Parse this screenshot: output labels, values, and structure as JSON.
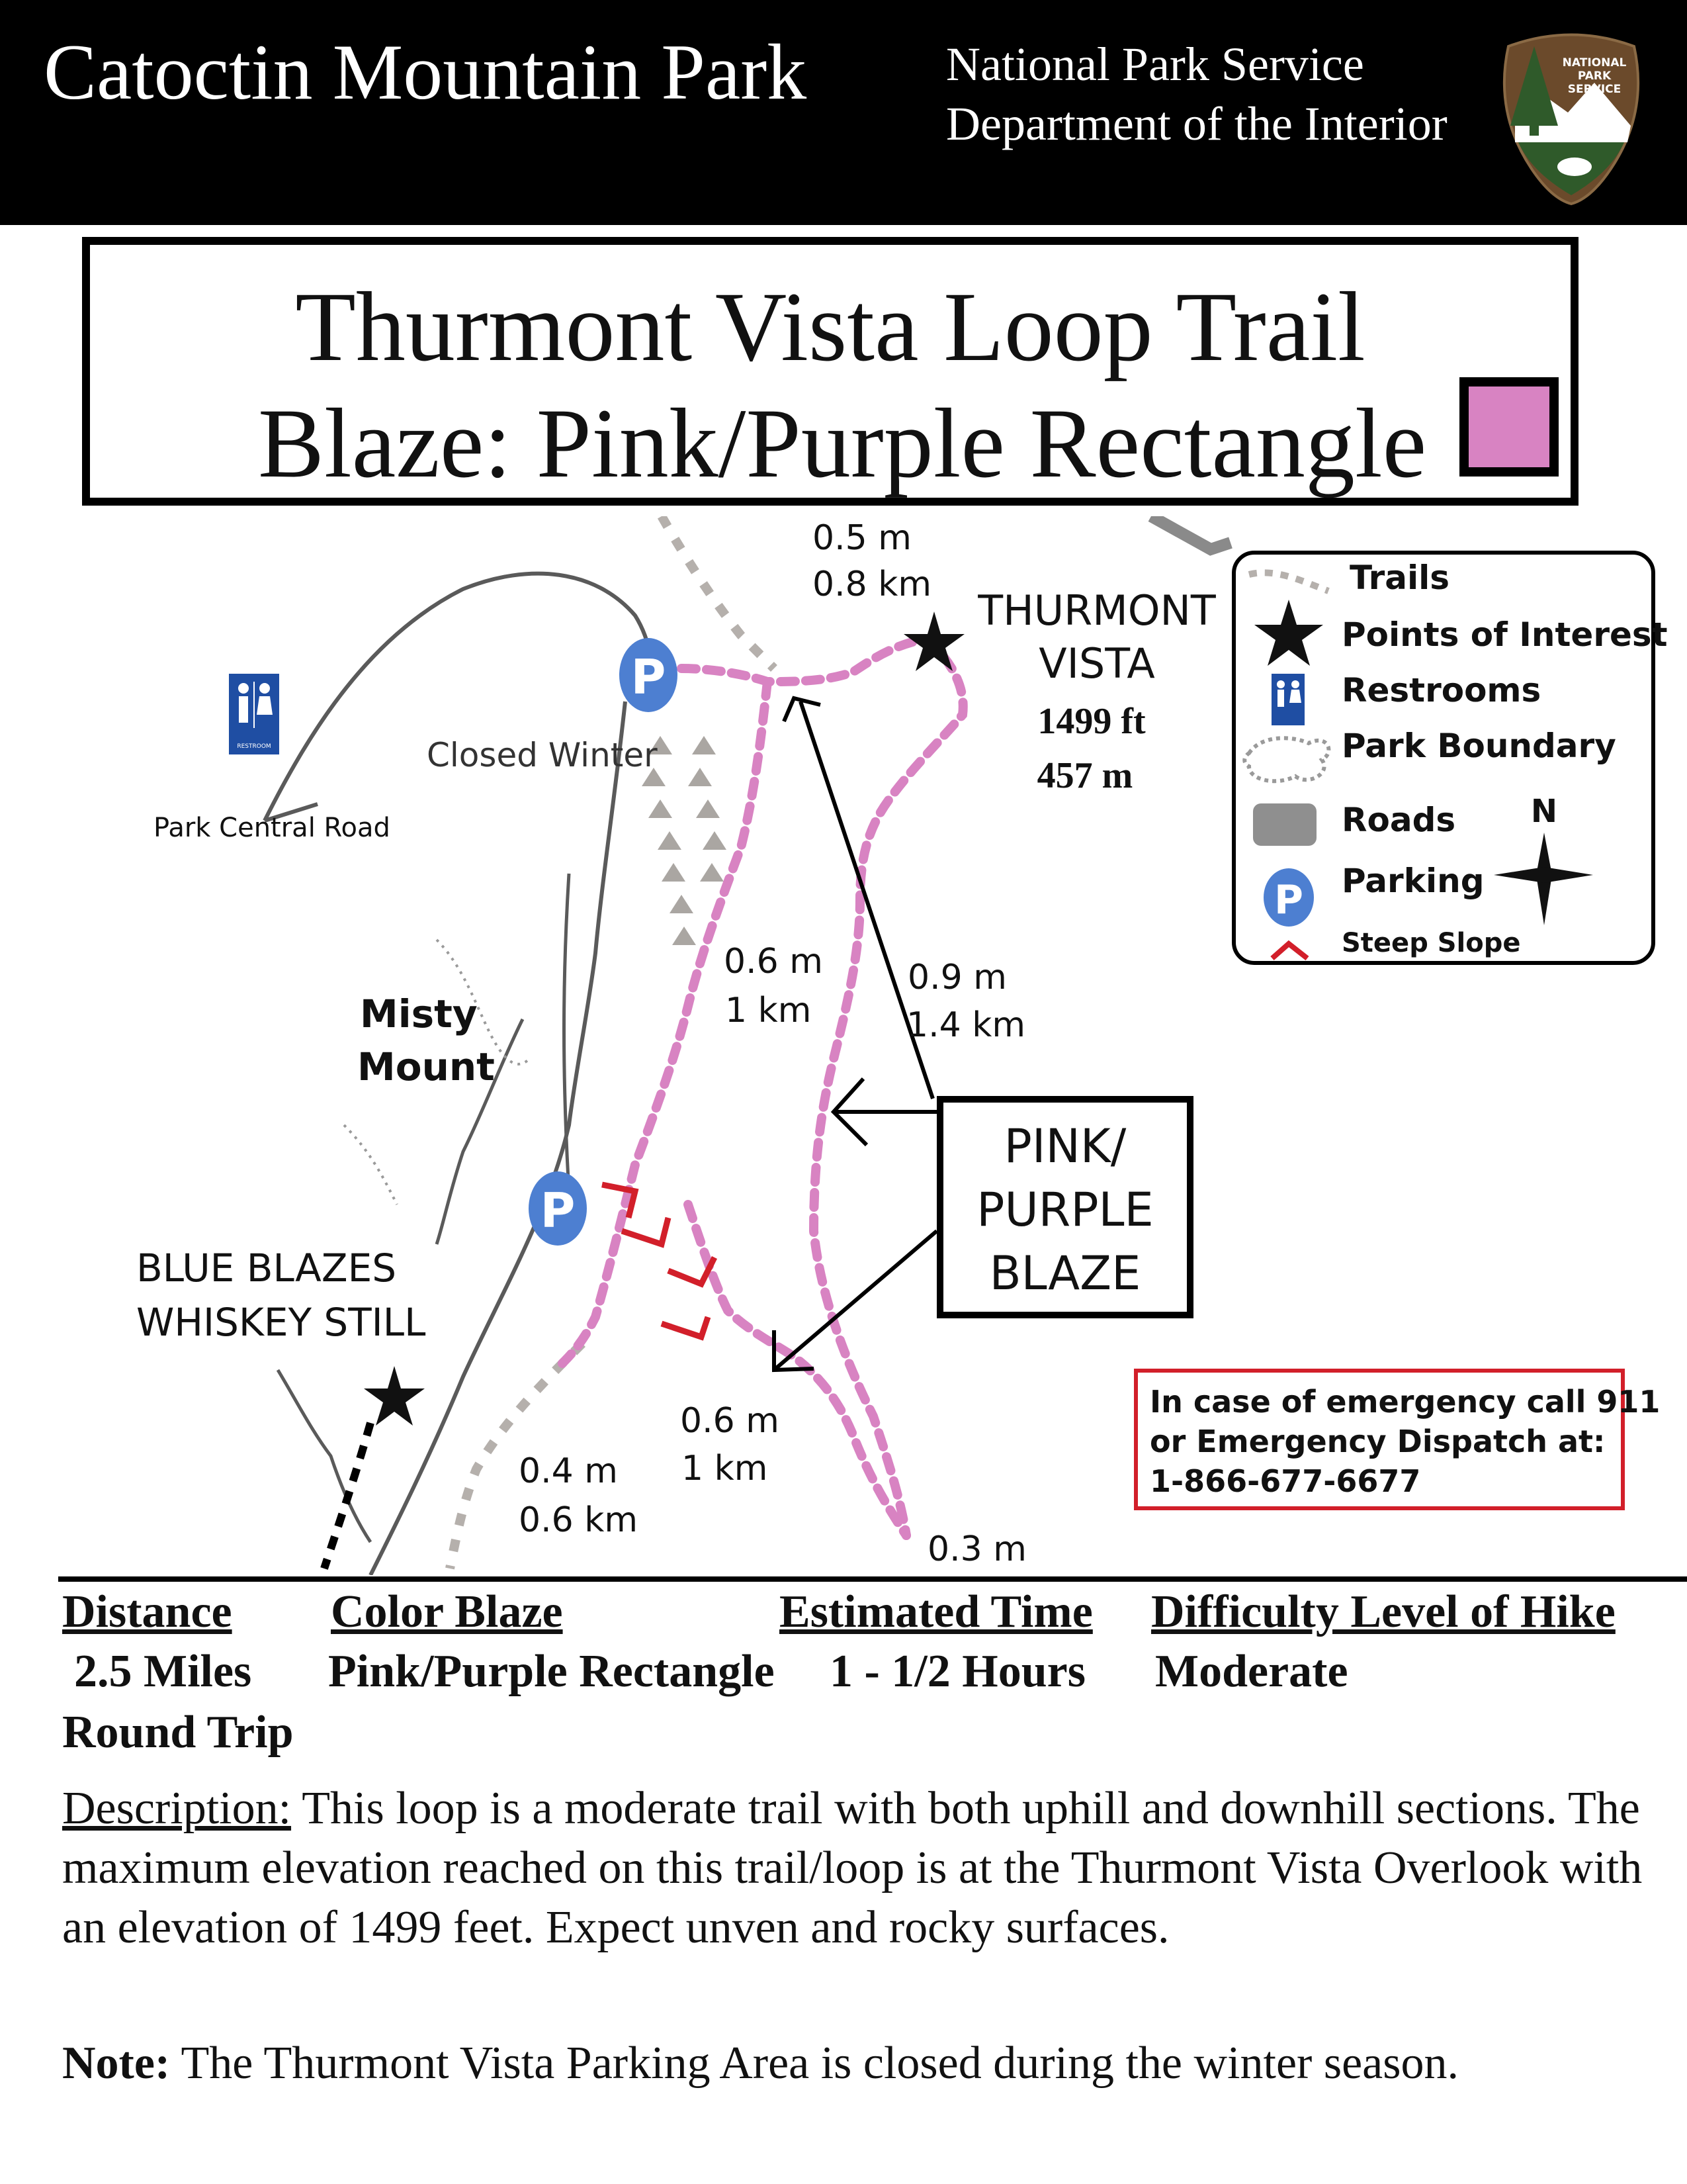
{
  "header": {
    "park_name": "Catoctin Mountain Park",
    "agency_line1": "National Park Service",
    "agency_line2": "Department of the Interior",
    "logo_text": [
      "NATIONAL",
      "PARK",
      "SERVICE"
    ]
  },
  "title": {
    "line1": "Thurmont Vista Loop Trail",
    "line2": "Blaze: Pink/Purple Rectangle",
    "blaze_color": "#d883c2"
  },
  "map": {
    "labels": {
      "top_dist_mi": "0.5 m",
      "top_dist_km": "0.8 km",
      "vista_name1": "THURMONT",
      "vista_name2": "VISTA",
      "vista_elev_ft": "1499 ft",
      "vista_elev_m": "457 m",
      "closed_winter": "Closed Winter",
      "park_central_road": "Park Central Road",
      "misty1": "Misty",
      "misty2": "Mount",
      "left_dist_mi": "0.6 m",
      "left_dist_km": "1 km",
      "right_dist_mi": "0.9 m",
      "right_dist_km": "1.4 km",
      "blue_blazes": "BLUE BLAZES",
      "whiskey_still": "WHISKEY STILL",
      "bottom_dist_mi": "0.6 m",
      "bottom_dist_km": "1 km",
      "lower_left_mi": "0.4 m",
      "lower_left_km": "0.6 km",
      "bottom_right": "0.3 m",
      "parking_letter": "P",
      "restroom_text": "RESTROOM"
    },
    "callout": {
      "line1": "PINK/",
      "line2": "PURPLE",
      "line3": "BLAZE"
    },
    "legend": {
      "trails": "Trails",
      "poi": "Points of Interest",
      "restrooms": "Restrooms",
      "boundary": "Park Boundary",
      "roads": "Roads",
      "parking": "Parking",
      "steep": "Steep Slope",
      "north": "N"
    },
    "colors": {
      "trail_pink": "#d883c2",
      "trail_gray": "#b5b0ac",
      "road": "#4a4a4a",
      "parking_blue": "#4d7fd1",
      "steep_red": "#d21f2a",
      "restroom_blue": "#1f4ea3"
    }
  },
  "emergency": {
    "line1": "In case of emergency call 911",
    "line2": "or Emergency Dispatch at:",
    "line3": "1-866-677-6677"
  },
  "info": {
    "distance_label": "Distance",
    "distance_value": "2.5 Miles",
    "distance_note": "Round Trip",
    "blaze_label": "Color Blaze",
    "blaze_value": "Pink/Purple Rectangle",
    "time_label": "Estimated Time",
    "time_value": "1 - 1/2 Hours",
    "difficulty_label": "Difficulty Level of Hike",
    "difficulty_value": "Moderate"
  },
  "description": {
    "label": "Description:",
    "text": " This loop is a moderate trail with both uphill and downhill sections. The maximum elevation reached on this trail/loop is at the Thurmont Vista Overlook with an elevation of 1499 feet. Expect unven and rocky surfaces."
  },
  "note": {
    "label": "Note:",
    "text": " The Thurmont Vista Parking Area is closed during the winter season."
  }
}
